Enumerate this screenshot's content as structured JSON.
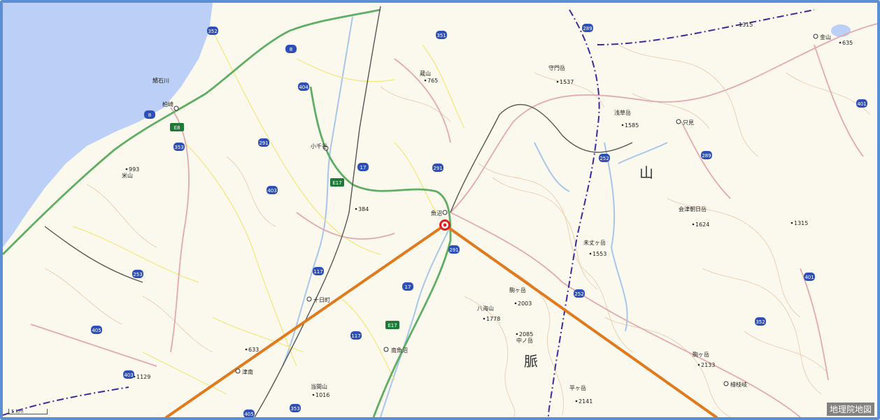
{
  "map": {
    "attribution": "地理院地図",
    "scale_label": "5 km",
    "colors": {
      "sea": "#bcd0f7",
      "land": "#fbf8ee",
      "contour": "#e9c7a6",
      "road_national": "#e2aab0",
      "road_minor": "#f2e77a",
      "expressway": "#5fae64",
      "river": "#a8c6ea",
      "railway": "#555555",
      "border": "#3a2ba0",
      "frame": "#5b8fd4",
      "sight_line": "#e07a1e",
      "marker": "#e02020"
    },
    "labels": {
      "kashiwazaki": "柏崎",
      "ojiya": "小千谷",
      "uonuma": "魚沼",
      "tokamachi": "十日町",
      "minamiuonuma": "南魚沼",
      "tsunan": "津南",
      "tadami": "只見",
      "kaneyama": "金山",
      "hinoemata": "檜枝岐",
      "yoneyama": "米山",
      "dozan": "鯖石川",
      "kuroyama": "蔵山",
      "moriyama": "守門岳",
      "asakusa": "浅草岳",
      "aizuasahi": "会津朝日岳",
      "mitsuba": "未丈ヶ岳",
      "komagatake": "駒ヶ岳",
      "hakkai": "八海山",
      "nakanodake": "中ノ岳",
      "taiyama": "当間山",
      "hiragatake": "平ヶ岳",
      "aizukoma": "駒ヶ岳",
      "range_sanmyaku": "脈",
      "range_yama": "山",
      "elev_993": "993",
      "elev_765": "765",
      "elev_1537": "1537",
      "elev_1585": "1585",
      "elev_384": "384",
      "elev_1624": "1624",
      "elev_1315a": "1315",
      "elev_1315b": "1315",
      "elev_1553": "1553",
      "elev_2003": "2003",
      "elev_1778": "1778",
      "elev_2085": "2085",
      "elev_633": "633",
      "elev_1016": "1016",
      "elev_1129": "1129",
      "elev_2141": "2141",
      "elev_2133": "2133",
      "elev_635": "635",
      "route_8": "8",
      "route_17": "17",
      "route_252": "252",
      "route_289": "289",
      "route_291": "291",
      "route_351": "351",
      "route_352": "352",
      "route_353": "353",
      "route_401": "401",
      "route_403": "403",
      "route_404": "404",
      "route_405": "405",
      "route_117": "117",
      "route_253": "253",
      "route_E8": "E8",
      "route_E17": "E17"
    }
  }
}
